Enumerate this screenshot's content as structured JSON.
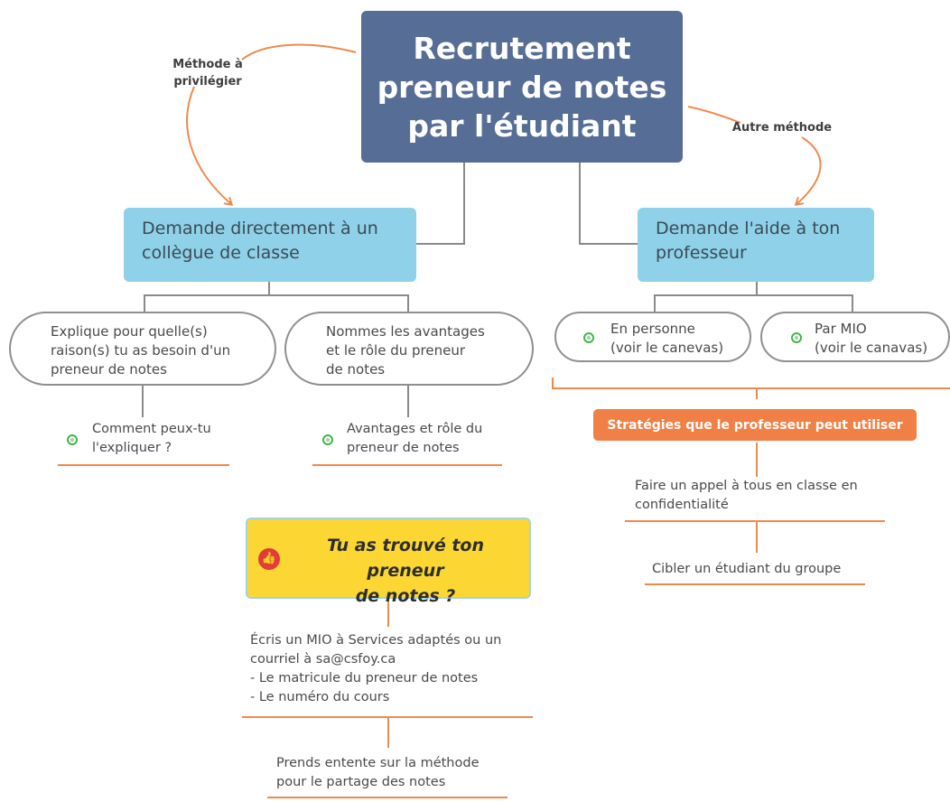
{
  "root": {
    "title_lines": [
      "Recrutement",
      "preneur de notes",
      "par l'étudiant"
    ]
  },
  "edge_labels": {
    "left_lines": [
      "Méthode à",
      "privilégier"
    ],
    "right": "Autre méthode"
  },
  "left_branch": {
    "title_lines": [
      "Demande directement à un",
      "collègue de classe"
    ],
    "pills": [
      {
        "lines": [
          "Explique pour quelle(s)",
          "raison(s) tu as besoin d'un",
          "preneur de notes"
        ]
      },
      {
        "lines": [
          "Nommes les avantages",
          "et le rôle du preneur",
          "de notes"
        ]
      }
    ],
    "notes": [
      {
        "lines": [
          "Comment peux-tu",
          "l'expliquer ?"
        ]
      },
      {
        "lines": [
          "Avantages et rôle du",
          "preneur de notes"
        ]
      }
    ]
  },
  "right_branch": {
    "title_lines": [
      "Demande l'aide à ton",
      "professeur"
    ],
    "pills": [
      {
        "lines": [
          "En personne",
          "(voir le canevas)"
        ]
      },
      {
        "lines": [
          "Par MIO",
          "(voir le canavas)"
        ]
      }
    ],
    "strategies_title": "Stratégies que le professeur peut utiliser",
    "strategies": [
      {
        "lines": [
          "Faire un appel à tous en classe en",
          "confidentialité"
        ]
      },
      {
        "lines": [
          "Cibler un étudiant du groupe"
        ]
      }
    ]
  },
  "found": {
    "title_lines": [
      "Tu as trouvé ton preneur",
      "de notes ?"
    ],
    "icon": "thumbs-up-icon",
    "steps": [
      {
        "lines": [
          "Écris un MIO à Services adaptés ou un",
          "courriel à sa@csfoy.ca",
          "- Le matricule du preneur de notes",
          "- Le numéro du cours"
        ]
      },
      {
        "lines": [
          "Prends entente sur la méthode",
          "pour le partage des notes"
        ]
      }
    ]
  },
  "colors": {
    "root": "#566d96",
    "branch": "#8ed1e8",
    "accent": "#ef8a4d",
    "badge": "#f08046",
    "highlight": "#fcd734",
    "check": "#42b54b"
  }
}
